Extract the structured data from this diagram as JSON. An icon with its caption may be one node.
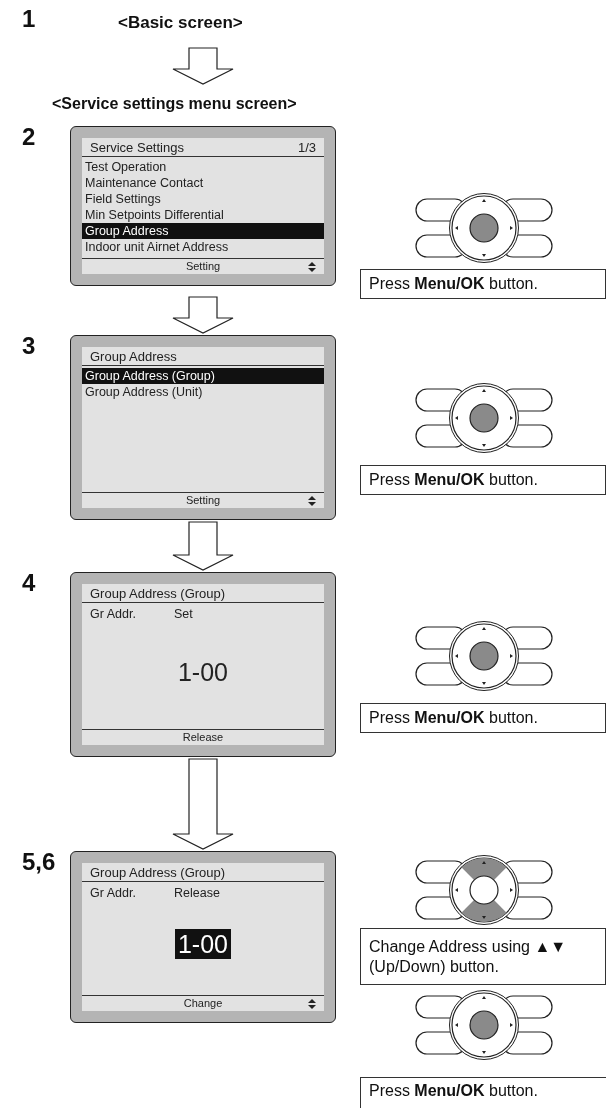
{
  "diagram": {
    "nodes": [
      {
        "text": [
          "<Basic screen>"
        ],
        "beside": [
          "1"
        ]
      },
      {
        "text": [
          "<Service settings menu screen>",
          "Service Settings",
          "1/3",
          "Test Operation",
          "Maintenance Contact",
          "Field Settings",
          "Min Setpoints Differential",
          "Group Address",
          "Indoor unit Airnet Address",
          "Setting"
        ],
        "beside": [
          "2"
        ]
      },
      {
        "text": [
          "Press **Menu/OK** button."
        ]
      },
      {
        "text": [
          "Group Address",
          "Group Address (Group)",
          "Group Address (Unit)",
          "Setting"
        ],
        "beside": [
          "3"
        ]
      },
      {
        "text": [
          "Press **Menu/OK** button."
        ]
      },
      {
        "text": [
          "Group Address (Group)",
          "Gr Addr.",
          "Set",
          "1-00",
          "Release"
        ],
        "beside": [
          "4"
        ]
      },
      {
        "text": [
          "Press **Menu/OK** button."
        ]
      },
      {
        "text": [
          "Group Address (Group)",
          "Gr Addr.",
          "Release",
          "1-00",
          "Change"
        ],
        "beside": [
          "5,6"
        ]
      },
      {
        "text": [
          "Change Address using ▲▼ (Up/Down) button."
        ]
      },
      {
        "text": [
          "Press **Menu/OK** button."
        ]
      }
    ],
    "edges": [
      {
        "from": 0,
        "to": 1,
        "arrow": "to"
      },
      {
        "from": 1,
        "to": 3,
        "arrow": "to"
      },
      {
        "from": 3,
        "to": 5,
        "arrow": "to"
      },
      {
        "from": 5,
        "to": 7,
        "arrow": "to"
      }
    ]
  }
}
